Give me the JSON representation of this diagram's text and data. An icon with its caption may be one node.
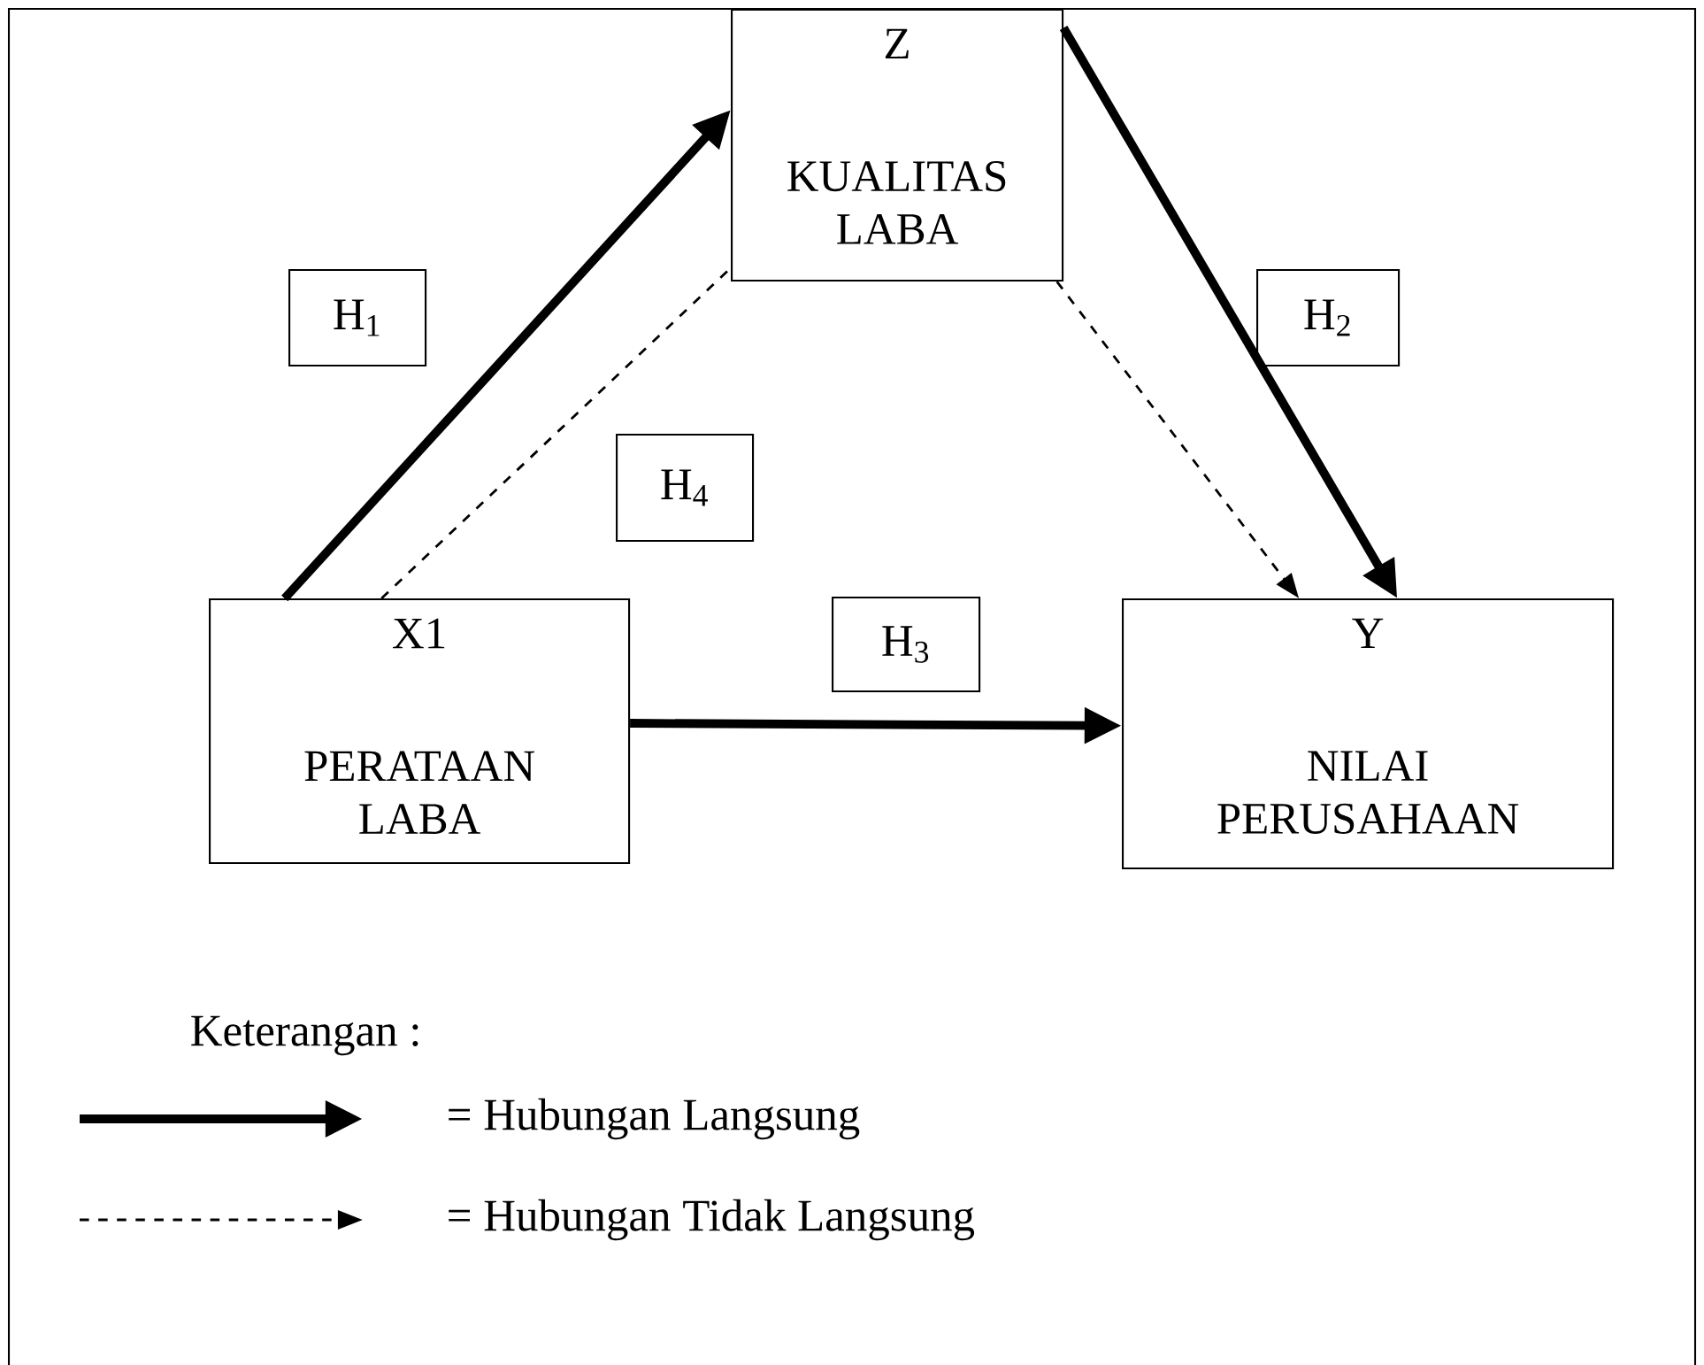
{
  "diagram": {
    "nodes": [
      {
        "text": [
          "Z",
          "KUALITAS LABA"
        ]
      },
      {
        "text": [
          "X1",
          "PERATAAN LABA"
        ]
      },
      {
        "text": [
          "Y",
          "NILAI PERUSAHAAN"
        ]
      },
      {
        "text": [
          "H$_{1}$"
        ]
      },
      {
        "text": [
          "H$_{2}$"
        ]
      },
      {
        "text": [
          "H$_{3}$"
        ]
      },
      {
        "text": [
          "H$_{4}$"
        ]
      }
    ],
    "edges": [
      {
        "from": 1,
        "to": 0,
        "arrow": "to"
      },
      {
        "from": 0,
        "to": 2,
        "arrow": "to"
      },
      {
        "from": 1,
        "to": 2,
        "arrow": "to"
      },
      {
        "from": 1,
        "to": 0,
        "arrow": "none",
        "style": "dashed"
      },
      {
        "from": 0,
        "to": 2,
        "arrow": "to",
        "style": "dashed"
      }
    ],
    "labels": [
      "Keterangan :"
    ],
    "legend": [
      {
        "text": "= Hubungan Langsung"
      },
      {
        "text": "= Hubungan Tidak Langsung"
      }
    ]
  }
}
